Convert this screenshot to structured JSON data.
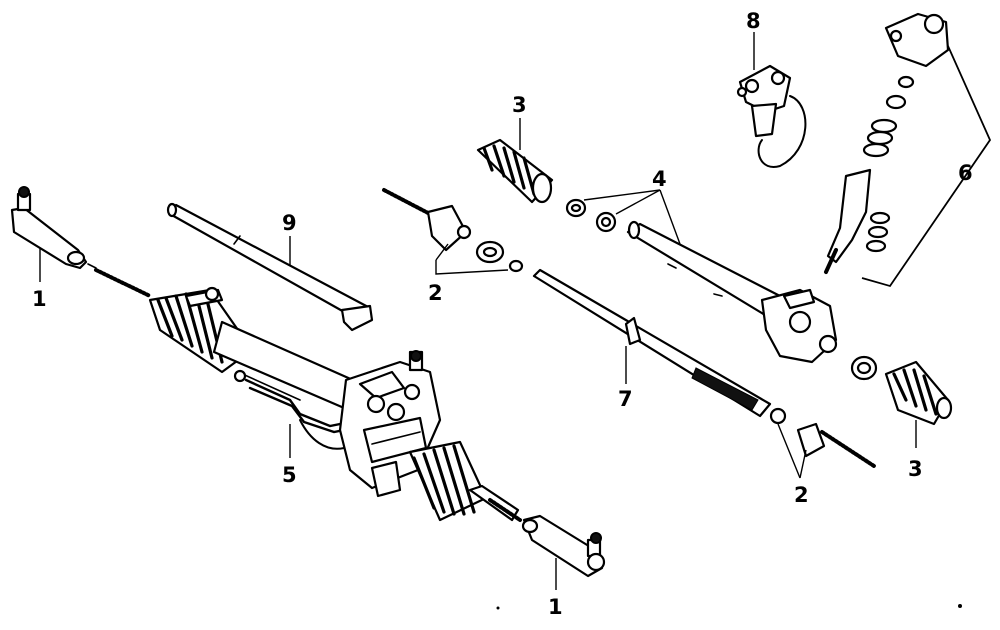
{
  "diagram": {
    "callouts": [
      {
        "id": "c1a",
        "text": "1"
      },
      {
        "id": "c1b",
        "text": "1"
      },
      {
        "id": "c2a",
        "text": "2"
      },
      {
        "id": "c2b",
        "text": "2"
      },
      {
        "id": "c3a",
        "text": "3"
      },
      {
        "id": "c3b",
        "text": "3"
      },
      {
        "id": "c4",
        "text": "4"
      },
      {
        "id": "c5",
        "text": "5"
      },
      {
        "id": "c6",
        "text": "6"
      },
      {
        "id": "c7",
        "text": "7"
      },
      {
        "id": "c8",
        "text": "8"
      },
      {
        "id": "c9",
        "text": "9"
      }
    ]
  }
}
